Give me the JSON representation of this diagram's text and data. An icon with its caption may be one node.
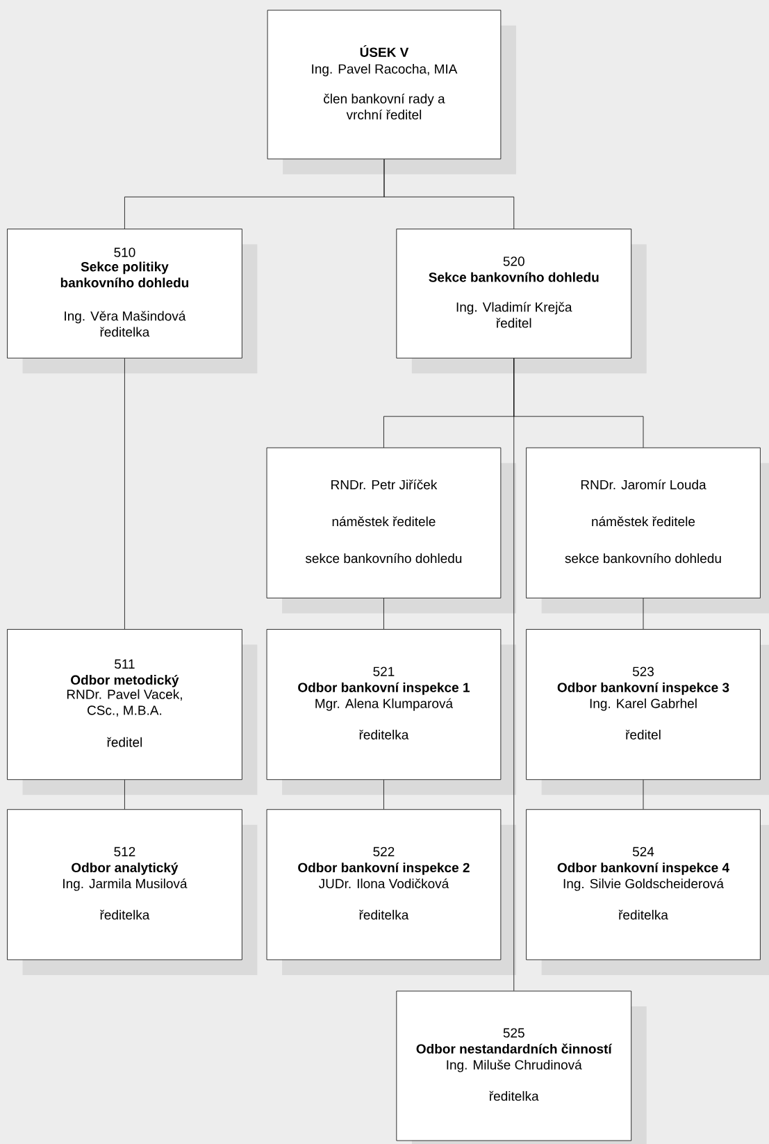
{
  "diagram": {
    "nodes": [
      {
        "text": [
          "ÚSEK V",
          "Ing. Pavel Racocha, MIA",
          "člen bankovní rady a vrchní ředitel"
        ]
      },
      {
        "text": [
          "510",
          "Sekce politiky bankovního dohledu",
          "Ing. Věra Mašindová ředitelka"
        ]
      },
      {
        "text": [
          "520",
          "Sekce bankovního dohledu",
          "Ing. Vladimír Krejča ředitel"
        ]
      },
      {
        "text": [
          "RNDr. Petr Jiříček",
          "náměstek ředitele",
          "sekce bankovního dohledu"
        ]
      },
      {
        "text": [
          "RNDr. Jaromír Louda",
          "náměstek ředitele",
          "sekce bankovního dohledu"
        ]
      },
      {
        "text": [
          "511",
          "Odbor metodický",
          "RNDr. Pavel Vacek, CSc., M.B.A.",
          "ředitel"
        ]
      },
      {
        "text": [
          "521",
          "Odbor bankovní inspekce 1",
          "Mgr. Alena Klumparová",
          "ředitelka"
        ]
      },
      {
        "text": [
          "523",
          "Odbor bankovní inspekce 3",
          "Ing. Karel Gabrhel",
          "ředitel"
        ]
      },
      {
        "text": [
          "512",
          "Odbor analytický",
          "Ing. Jarmila Musilová",
          "ředitelka"
        ]
      },
      {
        "text": [
          "522",
          "Odbor bankovní inspekce 2",
          "JUDr. Ilona Vodičková",
          "ředitelka"
        ]
      },
      {
        "text": [
          "524",
          "Odbor bankovní inspekce 4",
          "Ing. Silvie Goldscheiderová",
          "ředitelka"
        ]
      },
      {
        "text": [
          "525",
          "Odbor nestandardních činností",
          "Ing. Miluše Chrudinová",
          "ředitelka"
        ]
      }
    ],
    "edges": [
      {
        "from": 0,
        "to": 1,
        "arrow": "none"
      },
      {
        "from": 0,
        "to": 2,
        "arrow": "none"
      },
      {
        "from": 2,
        "to": 3,
        "arrow": "none"
      },
      {
        "from": 2,
        "to": 4,
        "arrow": "none"
      },
      {
        "from": 2,
        "to": 11,
        "arrow": "none"
      },
      {
        "from": 1,
        "to": 5,
        "arrow": "none"
      },
      {
        "from": 5,
        "to": 8,
        "arrow": "none"
      },
      {
        "from": 3,
        "to": 6,
        "arrow": "none"
      },
      {
        "from": 6,
        "to": 9,
        "arrow": "none"
      },
      {
        "from": 4,
        "to": 7,
        "arrow": "none"
      },
      {
        "from": 7,
        "to": 10,
        "arrow": "none"
      }
    ]
  }
}
